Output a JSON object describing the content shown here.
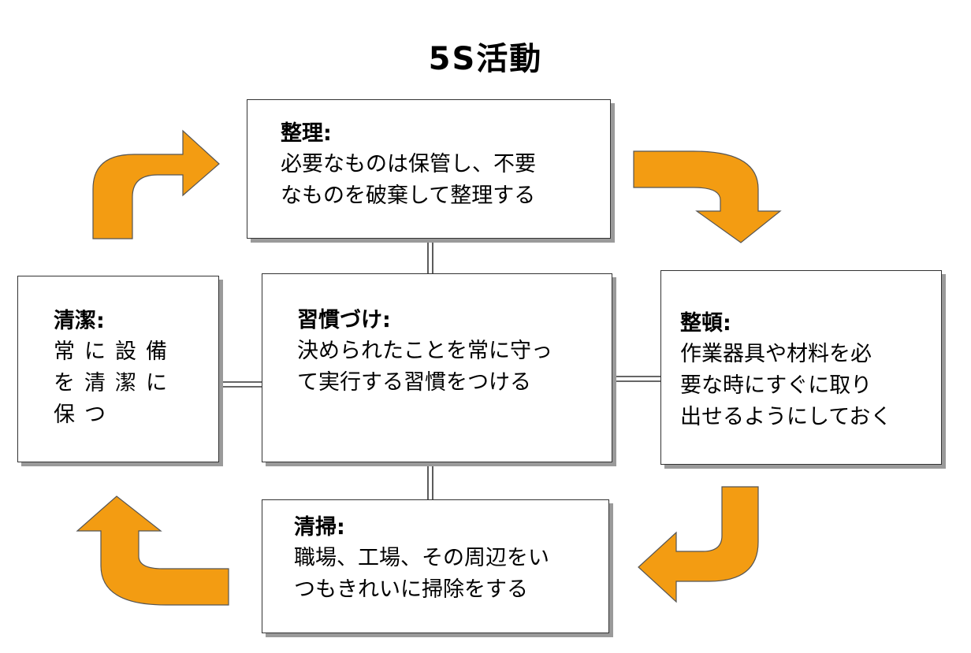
{
  "title": "5S活動",
  "boxes": {
    "seiri": {
      "head": "整理",
      "lines": [
        "必要なものは保管し、不要",
        "なものを破棄して整理する"
      ]
    },
    "seiton": {
      "head": "整頓",
      "lines": [
        "作業器具や材料を必",
        "要な時にすぐに取り",
        "出せるようにしておく"
      ]
    },
    "seisou": {
      "head": "清掃",
      "lines": [
        "職場、工場、その周辺をい",
        "つもきれいに掃除をする"
      ]
    },
    "seiketsu": {
      "head": "清潔",
      "lines": [
        "常に設備",
        "を清潔に",
        "保つ"
      ]
    },
    "shitsuke": {
      "head": "習慣づけ",
      "lines": [
        "決められたことを常に守っ",
        "て実行する習慣をつける"
      ]
    }
  },
  "colors": {
    "arrow": "#f39c12",
    "border": "#333333",
    "shadow": "#9a9a9a"
  },
  "icons": [
    "curved-arrow-icon"
  ]
}
